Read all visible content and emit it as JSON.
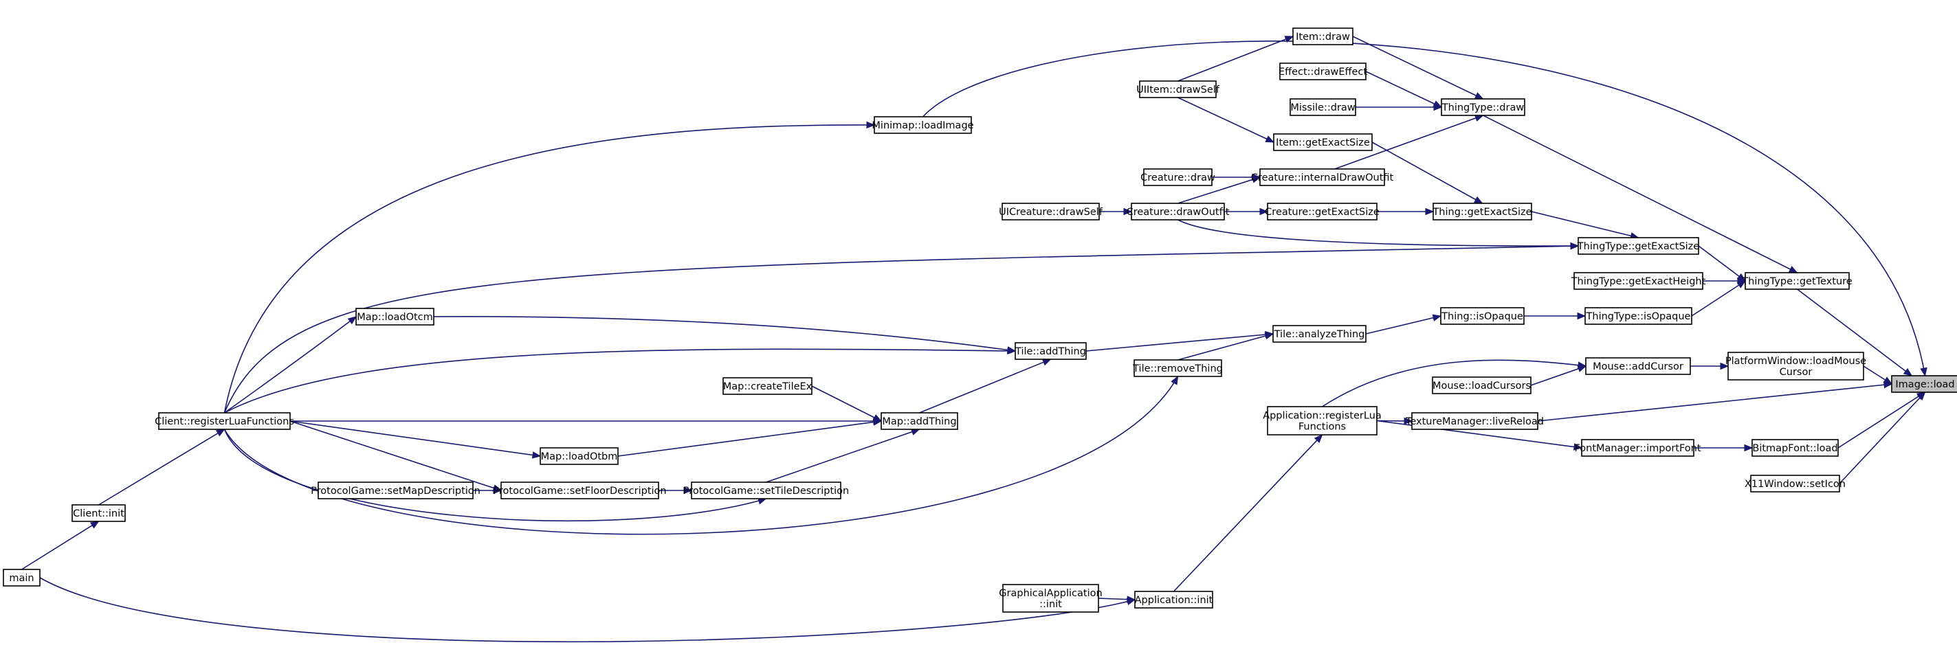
{
  "graph": {
    "edge_color": "#191970",
    "highlight_fill": "#bfbfbf",
    "nodes": {
      "image_load": [
        "Image::load"
      ],
      "item_draw": [
        "Item::draw"
      ],
      "effect_draw_effect": [
        "Effect::drawEffect"
      ],
      "uiitem_draw_self": [
        "UIItem::drawSelf"
      ],
      "missile_draw": [
        "Missile::draw"
      ],
      "thingtype_draw": [
        "ThingType::draw"
      ],
      "item_get_exact_size": [
        "Item::getExactSize"
      ],
      "minimap_load_image": [
        "Minimap::loadImage"
      ],
      "creature_draw": [
        "Creature::draw"
      ],
      "creature_internal_draw_outfit": [
        "Creature::internalDrawOutfit"
      ],
      "uicreature_draw_self": [
        "UICreature::drawSelf"
      ],
      "creature_draw_outfit": [
        "Creature::drawOutfit"
      ],
      "creature_get_exact_size": [
        "Creature::getExactSize"
      ],
      "thing_get_exact_size": [
        "Thing::getExactSize"
      ],
      "thingtype_get_exact_size": [
        "ThingType::getExactSize"
      ],
      "thingtype_get_exact_height": [
        "ThingType::getExactHeight"
      ],
      "thingtype_get_texture": [
        "ThingType::getTexture"
      ],
      "map_load_otcm": [
        "Map::loadOtcm"
      ],
      "thing_is_opaque": [
        "Thing::isOpaque"
      ],
      "thingtype_is_opaque": [
        "ThingType::isOpaque"
      ],
      "tile_analyze_thing": [
        "Tile::analyzeThing"
      ],
      "tile_add_thing": [
        "Tile::addThing"
      ],
      "mouse_add_cursor": [
        "Mouse::addCursor"
      ],
      "platformwindow_load_mouse_cursor": [
        "PlatformWindow::loadMouse",
        "Cursor"
      ],
      "tile_remove_thing": [
        "Tile::removeThing"
      ],
      "mouse_load_cursors": [
        "Mouse::loadCursors"
      ],
      "map_create_tile_ex": [
        "Map::createTileEx"
      ],
      "client_register_lua_functions": [
        "Client::registerLuaFunctions"
      ],
      "map_add_thing": [
        "Map::addThing"
      ],
      "application_register_lua_functions": [
        "Application::registerLua",
        "Functions"
      ],
      "texturemanager_live_reload": [
        "TextureManager::liveReload"
      ],
      "map_load_otbm": [
        "Map::loadOtbm"
      ],
      "fontmanager_import_font": [
        "FontManager::importFont"
      ],
      "bitmapfont_load": [
        "BitmapFont::load"
      ],
      "x11window_set_icon": [
        "X11Window::setIcon"
      ],
      "protocolgame_set_map_description": [
        "ProtocolGame::setMapDescription"
      ],
      "protocolgame_set_floor_description": [
        "ProtocolGame::setFloorDescription"
      ],
      "protocolgame_set_tile_description": [
        "ProtocolGame::setTileDescription"
      ],
      "client_init": [
        "Client::init"
      ],
      "main": [
        "main"
      ],
      "graphicalapplication_init": [
        "GraphicalApplication",
        "::init"
      ],
      "application_init": [
        "Application::init"
      ]
    },
    "edges": [
      [
        "item_draw",
        "thingtype_draw"
      ],
      [
        "uiitem_draw_self",
        "item_draw"
      ],
      [
        "effect_draw_effect",
        "thingtype_draw"
      ],
      [
        "missile_draw",
        "thingtype_draw"
      ],
      [
        "creature_internal_draw_outfit",
        "thingtype_draw"
      ],
      [
        "uiitem_draw_self",
        "item_get_exact_size"
      ],
      [
        "item_get_exact_size",
        "thing_get_exact_size"
      ],
      [
        "creature_draw",
        "creature_internal_draw_outfit"
      ],
      [
        "creature_draw_outfit",
        "creature_internal_draw_outfit"
      ],
      [
        "uicreature_draw_self",
        "creature_draw_outfit"
      ],
      [
        "creature_draw_outfit",
        "creature_get_exact_size"
      ],
      [
        "creature_get_exact_size",
        "thing_get_exact_size"
      ],
      [
        "thing_get_exact_size",
        "thingtype_get_exact_size"
      ],
      [
        "thingtype_draw",
        "thingtype_get_texture"
      ],
      [
        "thingtype_get_exact_size",
        "thingtype_get_texture"
      ],
      [
        "thingtype_get_exact_height",
        "thingtype_get_texture"
      ],
      [
        "thingtype_is_opaque",
        "thingtype_get_texture"
      ],
      [
        "thingtype_get_texture",
        "image_load"
      ],
      [
        "creature_draw_outfit",
        "thingtype_get_exact_size"
      ],
      [
        "client_register_lua_functions",
        "thingtype_get_exact_size"
      ],
      [
        "thing_is_opaque",
        "thingtype_is_opaque"
      ],
      [
        "tile_analyze_thing",
        "thing_is_opaque"
      ],
      [
        "tile_add_thing",
        "tile_analyze_thing"
      ],
      [
        "tile_remove_thing",
        "tile_analyze_thing"
      ],
      [
        "map_load_otcm",
        "tile_add_thing"
      ],
      [
        "client_register_lua_functions",
        "tile_add_thing"
      ],
      [
        "map_add_thing",
        "tile_add_thing"
      ],
      [
        "client_register_lua_functions",
        "map_load_otcm"
      ],
      [
        "map_create_tile_ex",
        "map_add_thing"
      ],
      [
        "client_register_lua_functions",
        "map_add_thing"
      ],
      [
        "map_load_otbm",
        "map_add_thing"
      ],
      [
        "protocolgame_set_tile_description",
        "map_add_thing"
      ],
      [
        "client_register_lua_functions",
        "map_load_otbm"
      ],
      [
        "client_register_lua_functions",
        "protocolgame_set_floor_description"
      ],
      [
        "protocolgame_set_map_description",
        "protocolgame_set_floor_description"
      ],
      [
        "protocolgame_set_floor_description",
        "protocolgame_set_tile_description"
      ],
      [
        "client_register_lua_functions",
        "protocolgame_set_tile_description"
      ],
      [
        "client_register_lua_functions",
        "tile_remove_thing"
      ],
      [
        "client_register_lua_functions",
        "minimap_load_image"
      ],
      [
        "minimap_load_image",
        "image_load"
      ],
      [
        "client_init",
        "client_register_lua_functions"
      ],
      [
        "main",
        "client_init"
      ],
      [
        "main",
        "application_init"
      ],
      [
        "graphicalapplication_init",
        "application_init"
      ],
      [
        "application_init",
        "application_register_lua_functions"
      ],
      [
        "application_register_lua_functions",
        "mouse_add_cursor"
      ],
      [
        "mouse_load_cursors",
        "mouse_add_cursor"
      ],
      [
        "mouse_add_cursor",
        "platformwindow_load_mouse_cursor"
      ],
      [
        "platformwindow_load_mouse_cursor",
        "image_load"
      ],
      [
        "texturemanager_live_reload",
        "image_load"
      ],
      [
        "application_register_lua_functions",
        "texturemanager_live_reload"
      ],
      [
        "application_register_lua_functions",
        "fontmanager_import_font"
      ],
      [
        "fontmanager_import_font",
        "bitmapfont_load"
      ],
      [
        "bitmapfont_load",
        "image_load"
      ],
      [
        "x11window_set_icon",
        "image_load"
      ]
    ]
  }
}
